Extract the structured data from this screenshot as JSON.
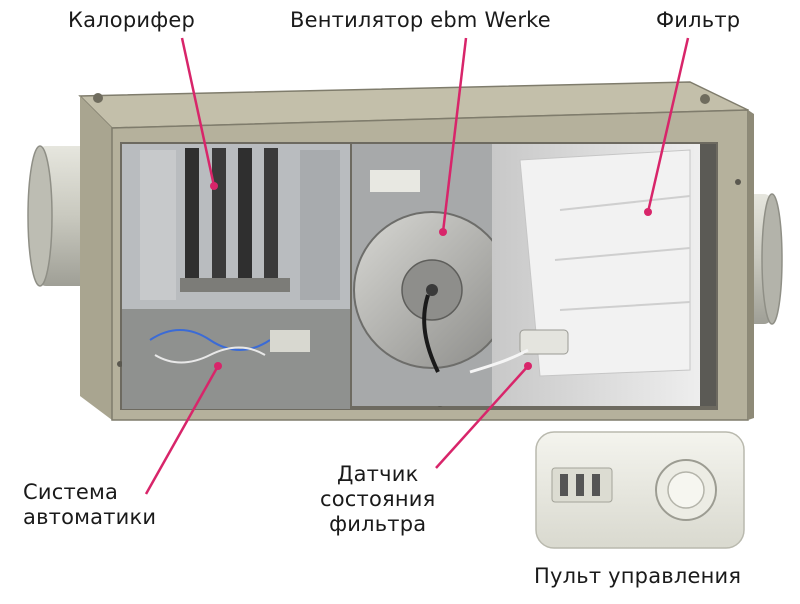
{
  "labels": {
    "heater": "Калорифер",
    "fan": "Вентилятор ebm Werke",
    "filter": "Фильтр",
    "automation": [
      "Система",
      "автоматики"
    ],
    "sensor": [
      "Датчик",
      "состояния",
      "фильтра"
    ],
    "remote": "Пульт управления"
  },
  "colors": {
    "leader": "#d8256a",
    "housing": "#b5b19c",
    "housing_dark": "#8e8a77",
    "duct": "#c9c9c0"
  },
  "icons": {
    "unit": "ventilation-unit-illustration",
    "remote": "thermostat-remote-illustration"
  }
}
